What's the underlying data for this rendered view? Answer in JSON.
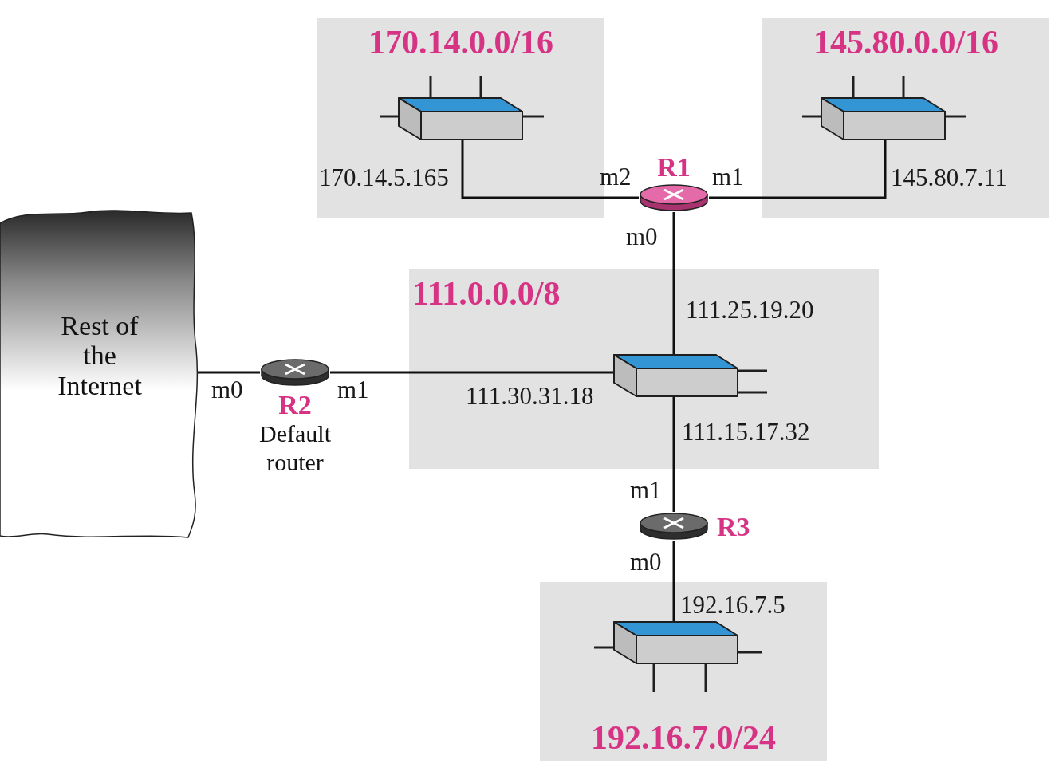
{
  "diagram": {
    "nodes": [
      {
        "text": [
          "170.14.0.0/16"
        ]
      },
      {
        "text": [
          "145.80.0.0/16"
        ]
      },
      {
        "text": [
          "R1"
        ]
      },
      {
        "text": [
          "111.0.0.0/8"
        ]
      },
      {
        "text": [
          "Rest of the Internet"
        ]
      },
      {
        "text": [
          "R2",
          "Default router"
        ]
      },
      {
        "text": [
          "R3"
        ]
      },
      {
        "text": [
          "192.16.7.0/24"
        ]
      }
    ],
    "edges": [
      {
        "from": 2,
        "to": 0,
        "arrow": "none"
      },
      {
        "from": 2,
        "to": 1,
        "arrow": "none"
      },
      {
        "from": 2,
        "to": 3,
        "arrow": "none"
      },
      {
        "from": 5,
        "to": 4,
        "arrow": "none"
      },
      {
        "from": 5,
        "to": 3,
        "arrow": "none"
      },
      {
        "from": 6,
        "to": 3,
        "arrow": "none"
      },
      {
        "from": 6,
        "to": 7,
        "arrow": "none"
      }
    ],
    "labels": [
      "170.14.5.165",
      "m2",
      "m1",
      "145.80.7.11",
      "m0",
      "111.25.19.20",
      "m0",
      "m1",
      "111.30.31.18",
      "111.15.17.32",
      "m1",
      "m0",
      "192.16.7.5"
    ]
  }
}
